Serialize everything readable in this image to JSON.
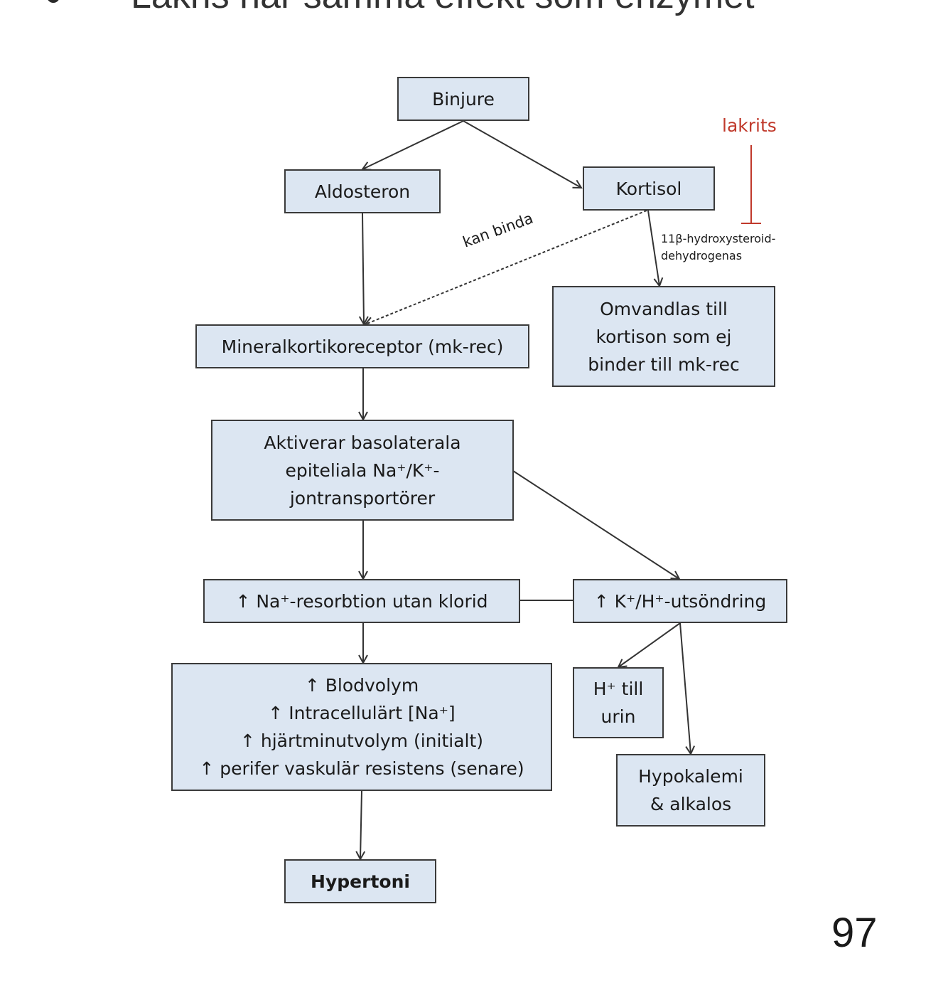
{
  "slide": {
    "bullet_text": "Lakris har samma effekt som enzymet",
    "page_number": "97"
  },
  "diagram": {
    "binjure": "Binjure",
    "aldosteron": "Aldosteron",
    "kortisol": "Kortisol",
    "lakrits": "lakrits",
    "enzyme": "11β-hydroxysteroid-\ndehydrogenas",
    "kan_binda": "kan binda",
    "mk_rec": "Mineralkortikoreceptor (mk-rec)",
    "omvandlas": [
      "Omvandlas till",
      "kortison som ej",
      "binder till mk-rec"
    ],
    "aktiverar": [
      "Aktiverar basolaterala",
      "epiteliala Na⁺/K⁺-",
      "jontransportörer"
    ],
    "na_resorption": "↑ Na⁺-resorbtion utan klorid",
    "k_h_secretion": "↑ K⁺/H⁺-utsöndring",
    "effects": [
      "↑ Blodvolym",
      "↑ Intracellulärt [Na⁺]",
      "↑ hjärtminutvolym (initialt)",
      "↑ perifer vaskulär resistens (senare)"
    ],
    "h_till_urin": [
      "H⁺ till",
      "urin"
    ],
    "hypokalemi": [
      "Hypokalemi",
      "& alkalos"
    ],
    "hypertoni": "Hypertoni"
  }
}
